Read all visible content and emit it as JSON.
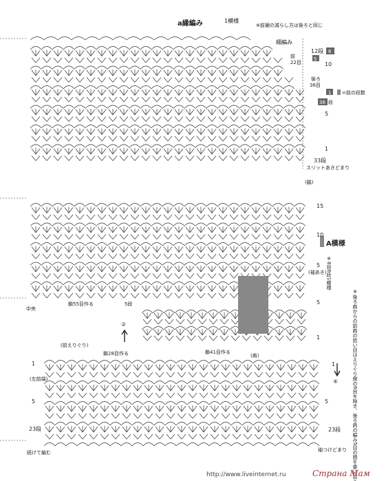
{
  "header": {
    "edging_title": "a縁編み",
    "one_pattern": "1模様",
    "note_front_neck": "※前裾の減らし方は後ろと同じ",
    "fine_edging": "細編み"
  },
  "right_labels": {
    "row12": "12段",
    "badge6": "6",
    "badge5": "5",
    "front_22": "前\n22目",
    "back_36": "後ろ\n36目",
    "r10a": "10",
    "r5a": "5",
    "r1a": "1",
    "legend_badge": "1",
    "legend_text": "=前の段数",
    "badge36": "36",
    "badge36_suffix": "段",
    "row33": "33段",
    "slit": "スリットあきどまり",
    "side": "(脇)",
    "r15": "15",
    "r10b": "10",
    "r5b": "5",
    "r1b": "1",
    "pattern_A": "A模様",
    "pattern_A_note": "※8目6段1模様",
    "sleeve_open": "(袖あき)",
    "r5c": "5",
    "r1c": "1",
    "r23": "23段",
    "sleeve_join": "袖つけどまり",
    "r1d": "1",
    "circle4": "④",
    "r5d": "5",
    "circle2": "②"
  },
  "left_labels": {
    "center": "中央",
    "chain55": "鎖55目作る",
    "row5": "5段",
    "front_neck_opening": "(前えりぐり)",
    "chain28": "鎖28目作る",
    "chain41": "鎖41目作る",
    "shoulder": "(肩)",
    "r1": "1",
    "left_front": "(左前端)",
    "r5": "5",
    "row23": "23段",
    "continue": "続けて編む"
  },
  "vertical_note": "※後ろ肩からの前肩の拾い目はえりぐり側の6目を除き、後ろ肩の編み5目の間を束に拾う",
  "watermark": {
    "url": "http://www.liveinternet.ru",
    "site": "Страна Мам"
  }
}
